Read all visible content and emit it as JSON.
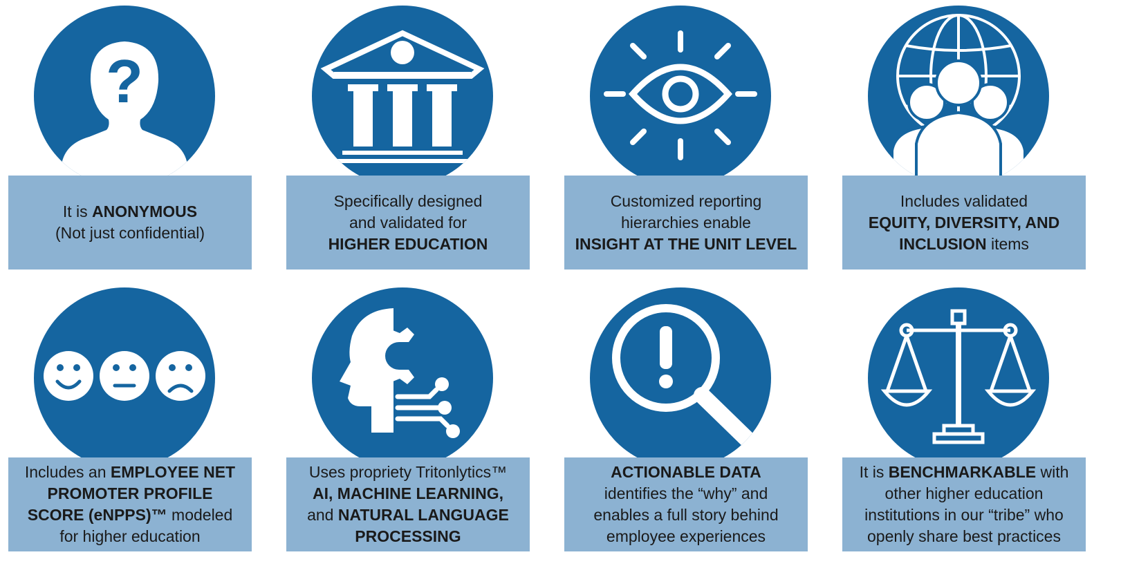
{
  "colors": {
    "circle": "#1565a0",
    "label_box": "#8cb2d2",
    "text": "#1a1a1a"
  },
  "tiles": [
    {
      "icon": "anonymous-person-question-icon",
      "lines": [
        [
          "It is ",
          "ANONYMOUS"
        ],
        [
          "(Not just confidential)"
        ]
      ]
    },
    {
      "icon": "university-building-icon",
      "lines": [
        [
          "Specifically designed"
        ],
        [
          "and validated for"
        ],
        [
          "",
          "HIGHER EDUCATION"
        ]
      ]
    },
    {
      "icon": "eye-insight-icon",
      "lines": [
        [
          "Customized reporting"
        ],
        [
          "hierarchies enable"
        ],
        [
          "",
          "INSIGHT AT THE UNIT LEVEL"
        ]
      ]
    },
    {
      "icon": "globe-people-icon",
      "lines": [
        [
          "Includes validated"
        ],
        [
          "",
          "EQUITY, DIVERSITY, AND"
        ],
        [
          "",
          "INCLUSION",
          " items"
        ]
      ]
    },
    {
      "icon": "smiley-faces-icon",
      "lines": [
        [
          "Includes an ",
          "EMPLOYEE NET"
        ],
        [
          "",
          "PROMOTER PROFILE"
        ],
        [
          "",
          "SCORE (eNPPS)™",
          " modeled"
        ],
        [
          "for higher education"
        ]
      ]
    },
    {
      "icon": "ai-head-gear-icon",
      "lines": [
        [
          "Uses propriety Tritonlytics™"
        ],
        [
          "",
          "AI, MACHINE LEARNING,"
        ],
        [
          "and ",
          "NATURAL LANGUAGE"
        ],
        [
          "",
          "PROCESSING"
        ]
      ]
    },
    {
      "icon": "magnifier-exclamation-icon",
      "lines": [
        [
          "",
          "ACTIONABLE DATA"
        ],
        [
          "identifies the “why” and"
        ],
        [
          "enables a full story behind"
        ],
        [
          "employee experiences"
        ]
      ]
    },
    {
      "icon": "scales-justice-icon",
      "lines": [
        [
          "It is ",
          "BENCHMARKABLE",
          " with"
        ],
        [
          "other higher education"
        ],
        [
          "institutions in our “tribe” who"
        ],
        [
          "openly share best practices"
        ]
      ]
    }
  ]
}
